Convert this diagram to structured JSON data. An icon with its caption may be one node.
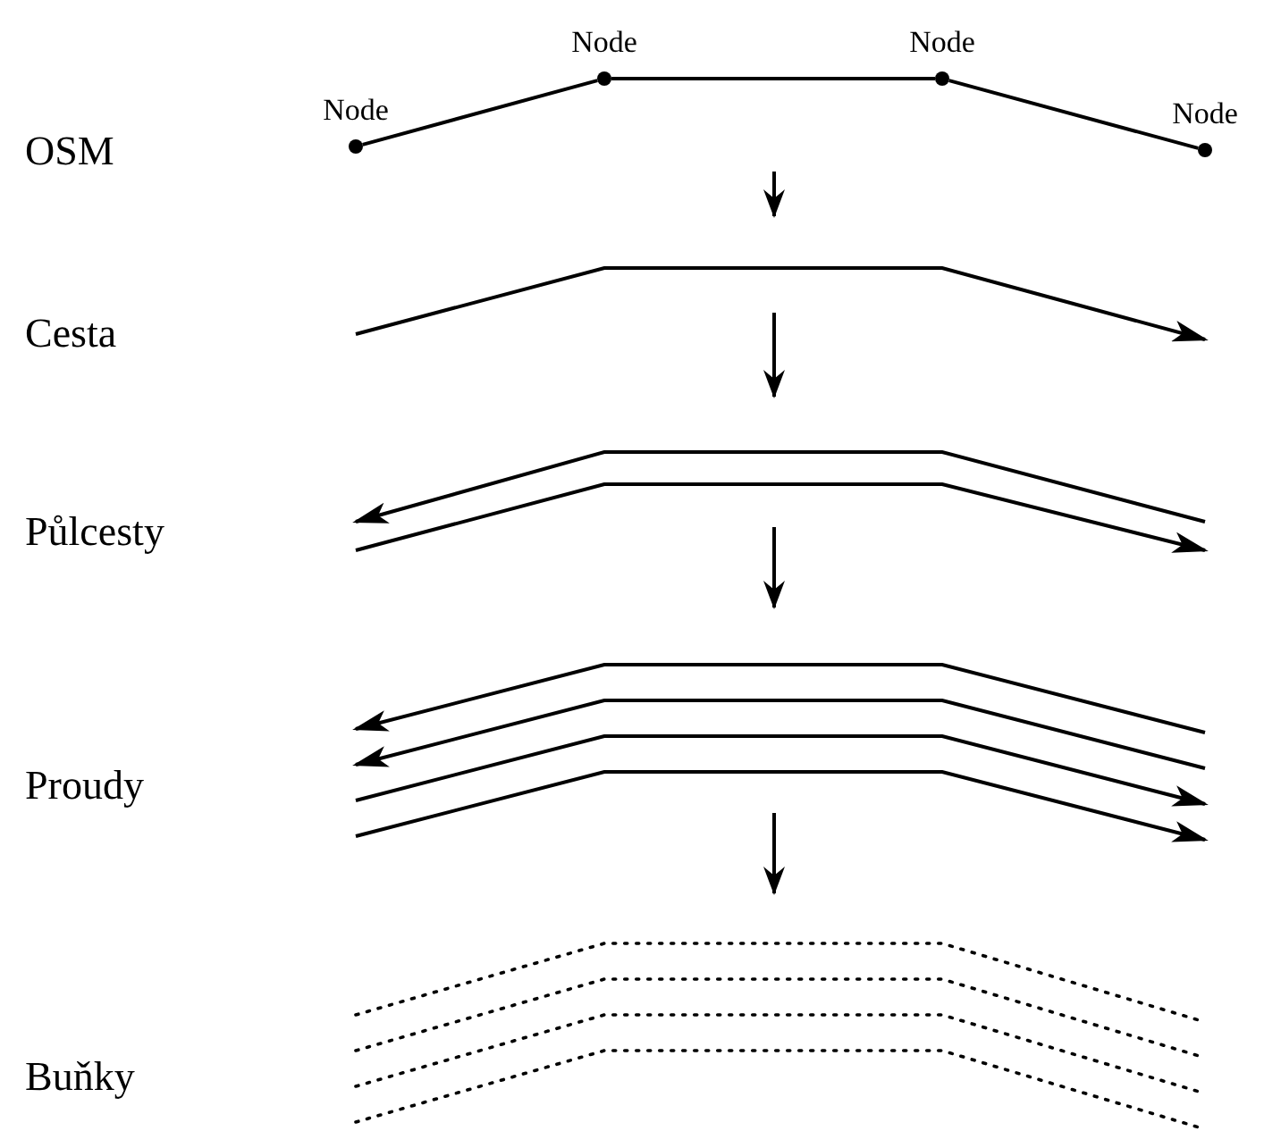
{
  "diagram": {
    "nodes": [
      {
        "text": [
          "Node"
        ]
      },
      {
        "text": [
          "Node"
        ]
      },
      {
        "text": [
          "Node"
        ]
      },
      {
        "text": [
          "Node"
        ]
      }
    ],
    "edges": [
      {
        "from": 0,
        "to": 1,
        "arrow": "none"
      },
      {
        "from": 1,
        "to": 2,
        "arrow": "none"
      },
      {
        "from": 2,
        "to": 3,
        "arrow": "none"
      }
    ],
    "labels": [
      "OSM",
      "Cesta",
      "Půlcesty",
      "Proudy",
      "Buňky"
    ]
  }
}
